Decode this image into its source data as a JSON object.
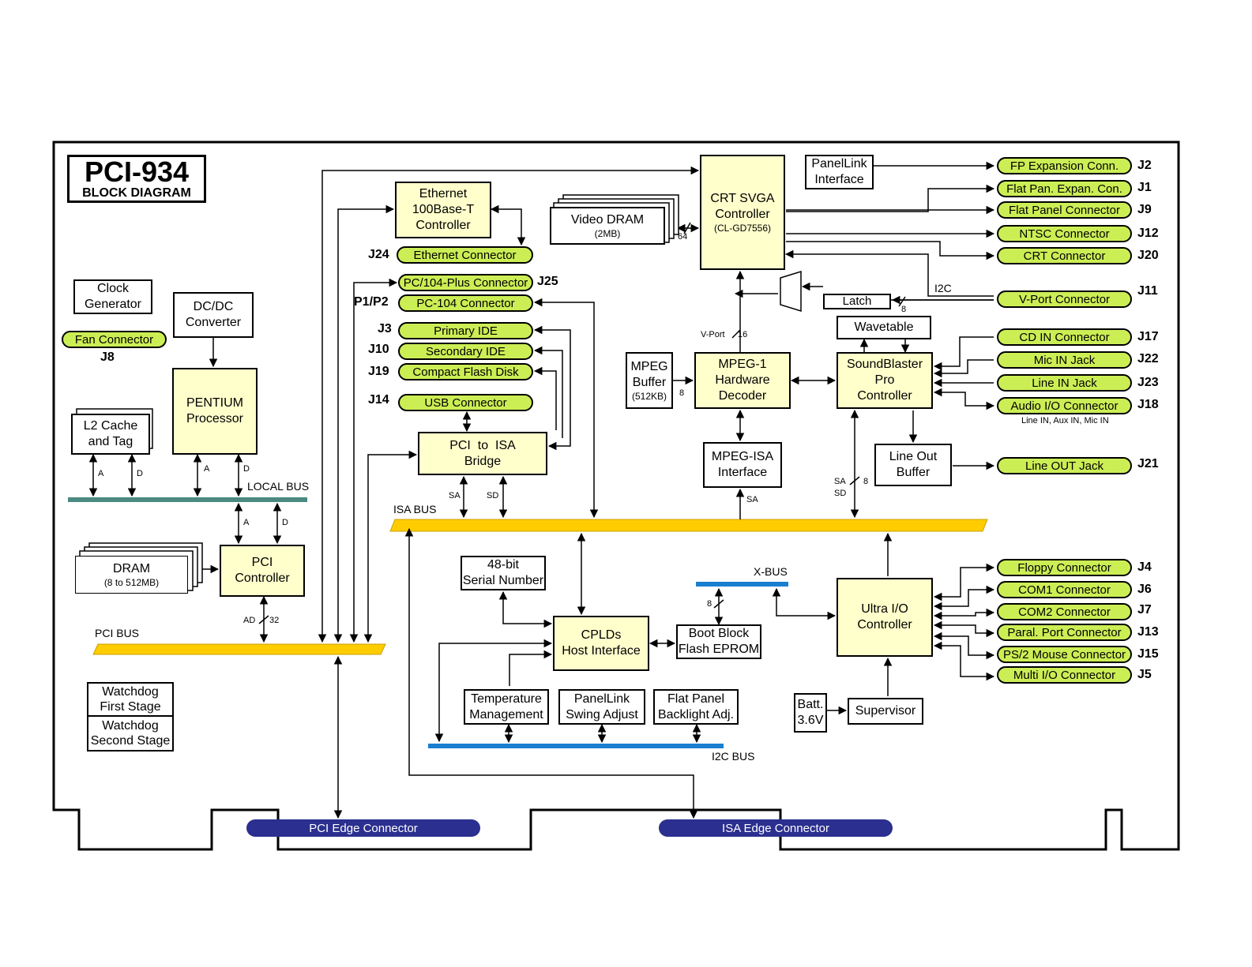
{
  "title": {
    "main": "PCI-934",
    "sub": "BLOCK DIAGRAM"
  },
  "blocks": {
    "clock": "Clock\nGenerator",
    "dcdc": "DC/DC\nConverter",
    "pentium": "PENTIUM\nProcessor",
    "l2cache": "L2 Cache\nand Tag",
    "dram": "DRAM",
    "dram_sub": "(8 to 512MB)",
    "pci_ctrl": "PCI\nController",
    "watchdog1": "Watchdog\nFirst Stage",
    "watchdog2": "Watchdog\nSecond Stage",
    "ethernet": "Ethernet\n100Base-T\nController",
    "video_dram": "Video DRAM",
    "video_dram_sub": "(2MB)",
    "crt_svga": "CRT SVGA\nController",
    "crt_svga_sub": "(CL-GD7556)",
    "panellink_if": "PanelLink\nInterface",
    "pci_isa": "PCI  to  ISA\nBridge",
    "mpeg_buf": "MPEG\nBuffer",
    "mpeg_buf_sub": "(512KB)",
    "mpeg1": "MPEG-1\nHardware\nDecoder",
    "mpeg_isa": "MPEG-ISA\nInterface",
    "latch": "Latch",
    "wavetable": "Wavetable",
    "soundblaster": "SoundBlaster\nPro\nController",
    "lineout_buf": "Line Out\nBuffer",
    "serial": "48-bit\nSerial Number",
    "cplds": "CPLDs\nHost Interface",
    "bootblock": "Boot Block\nFlash EPROM",
    "temp": "Temperature\nManagement",
    "panellink_swing": "PanelLink\nSwing Adjust",
    "flatpanel_bl": "Flat Panel\nBacklight Adj.",
    "ultraio": "Ultra I/O\nController",
    "batt": "Batt.\n3.6V",
    "supervisor": "Supervisor"
  },
  "connectors": {
    "fan": "Fan Connector",
    "ethernet": "Ethernet Connector",
    "pc104plus": "PC/104-Plus Connector",
    "pc104": "PC-104 Connector",
    "primary_ide": "Primary IDE",
    "secondary_ide": "Secondary IDE",
    "cf": "Compact Flash Disk",
    "usb": "USB Connector",
    "fp_exp": "FP Expansion Conn.",
    "flat_exp": "Flat Pan. Expan. Con.",
    "flat_panel": "Flat Panel Connector",
    "ntsc": "NTSC Connector",
    "crt": "CRT Connector",
    "vport": "V-Port Connector",
    "cdin": "CD IN Connector",
    "micin": "Mic IN Jack",
    "linein": "Line IN Jack",
    "audio_io": "Audio I/O Connector",
    "lineout": "Line OUT Jack",
    "floppy": "Floppy Connector",
    "com1": "COM1 Connector",
    "com2": "COM2 Connector",
    "paral": "Paral. Port Connector",
    "ps2": "PS/2 Mouse Connector",
    "multiio": "Multi I/O Connector",
    "pci_edge": "PCI Edge Connector",
    "isa_edge": "ISA Edge Connector"
  },
  "jlabels": {
    "j8": "J8",
    "j24": "J24",
    "j25": "J25",
    "p1p2": "P1/P2",
    "j3": "J3",
    "j10": "J10",
    "j19": "J19",
    "j14": "J14",
    "j2": "J2",
    "j1": "J1",
    "j9": "J9",
    "j12": "J12",
    "j20": "J20",
    "j11": "J11",
    "j17": "J17",
    "j22": "J22",
    "j23": "J23",
    "j18": "J18",
    "j21": "J21",
    "j4": "J4",
    "j6": "J6",
    "j7": "J7",
    "j13": "J13",
    "j15": "J15",
    "j5": "J5"
  },
  "buses": {
    "local": "LOCAL BUS",
    "pci": "PCI BUS",
    "isa": "ISA BUS",
    "xbus": "X-BUS",
    "i2c_bus": "I2C BUS"
  },
  "labels": {
    "a": "A",
    "d": "D",
    "sa": "SA",
    "sd": "SD",
    "ad": "AD",
    "n32": "32",
    "n64": "64",
    "n8": "8",
    "n16": "16",
    "vport": "V-Port",
    "i2c": "I2C",
    "audio_note": "Line IN, Aux IN, Mic IN"
  },
  "colors": {
    "connector": "#ccee55",
    "block": "#ffffcc",
    "bus_orange": "#ffcc00",
    "bus_green": "#4a8a80",
    "bus_blue": "#1a7fd0",
    "edge": "#2b2f8f"
  }
}
